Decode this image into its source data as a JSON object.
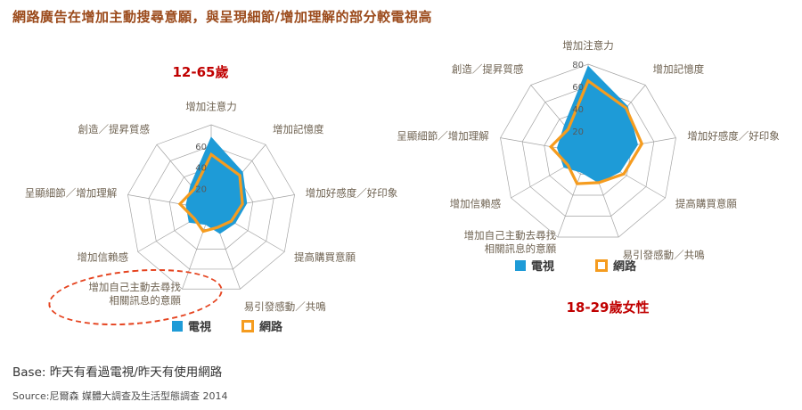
{
  "title": "網路廣告在增加主動搜尋意願，與呈現細節/增加理解的部分較電視高",
  "colors": {
    "main_title": "#9B4A1B",
    "chart_title": "#C00000",
    "tv_series": "#1E9BD7",
    "net_series": "#F59C1F",
    "annotation_ellipse": "#E5431F",
    "grid": "#A3A3A3"
  },
  "chart_data": [
    {
      "type": "radar",
      "title": "12-65歲",
      "max": 80,
      "grid_rings": [
        20,
        40,
        60,
        80
      ],
      "tick_labels": [
        "20",
        "40",
        "60"
      ],
      "axes": [
        "增加注意力",
        "增加記憶度",
        "增加好感度／好印象",
        "提高購買意願",
        "易引發感動／共鳴",
        [
          "增加自己主動去尋找",
          "相關訊息的意願"
        ],
        "增加信賴感",
        "呈顯細節／增加理解",
        "創造／提昇質感"
      ],
      "series": [
        {
          "name": "電視",
          "color": "#1E9BD7",
          "style": "filled",
          "values": [
            68,
            46,
            34,
            26,
            24,
            15,
            24,
            24,
            30
          ]
        },
        {
          "name": "網路",
          "color": "#F59C1F",
          "style": "line",
          "values": [
            52,
            42,
            30,
            22,
            18,
            22,
            18,
            30,
            25
          ]
        }
      ],
      "legend": [
        "電視",
        "網路"
      ],
      "annotation": {
        "shape": "dashed-ellipse",
        "color": "#E5431F",
        "around": "增加自己主動去尋找相關訊息的意願"
      }
    },
    {
      "type": "radar",
      "title": "18-29歲女性",
      "max": 80,
      "grid_rings": [
        20,
        40,
        60,
        80
      ],
      "tick_labels": [
        "20",
        "40",
        "60",
        "80"
      ],
      "axes": [
        "增加注意力",
        "增加記憶度",
        "增加好感度／好印象",
        "提高購買意願",
        "易引發感動／共鳴",
        [
          "增加自己主動去尋找",
          "相關訊息的意願"
        ],
        "增加信賴感",
        "呈顯細節／增加理解",
        "創造／提昇質感"
      ],
      "series": [
        {
          "name": "電視",
          "color": "#1E9BD7",
          "style": "filled",
          "values": [
            78,
            55,
            45,
            33,
            28,
            18,
            25,
            28,
            33
          ]
        },
        {
          "name": "網路",
          "color": "#F59C1F",
          "style": "line",
          "values": [
            65,
            53,
            49,
            37,
            28,
            29,
            21,
            34,
            28
          ]
        }
      ],
      "legend": [
        "電視",
        "網路"
      ]
    }
  ],
  "footer": {
    "base": "Base: 昨天有看過電視/昨天有使用網路",
    "source": "Source:尼爾森 媒體大調查及生活型態調查 2014"
  }
}
